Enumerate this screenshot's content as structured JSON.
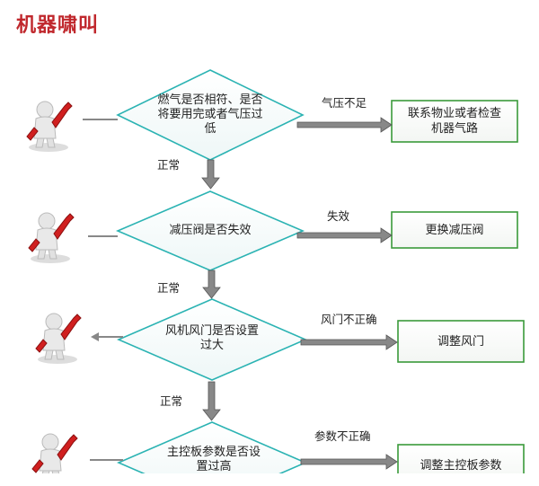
{
  "title": "机器啸叫",
  "steps": [
    {
      "question": "燃气是否相符、是否将要用完或者气压过低",
      "fail_label": "气压不足",
      "action": "联系物业或者检查机器气路",
      "pass_label": "正常"
    },
    {
      "question": "减压阀是否失效",
      "fail_label": "失效",
      "action": "更换减压阀",
      "pass_label": "正常"
    },
    {
      "question": "风机风门是否设置过大",
      "fail_label": "风门不正确",
      "action": "调整风门",
      "pass_label": "正常"
    },
    {
      "question": "主控板参数是否设置过高",
      "fail_label": "参数不正确",
      "action": "调整主控板参数"
    }
  ],
  "colors": {
    "title": "#c0282d",
    "box_border": "#3a9a3a",
    "diamond_border": "#2bb3b3",
    "arrow": "#777777"
  },
  "icons": {
    "figure": "worker-with-wrench-icon"
  }
}
